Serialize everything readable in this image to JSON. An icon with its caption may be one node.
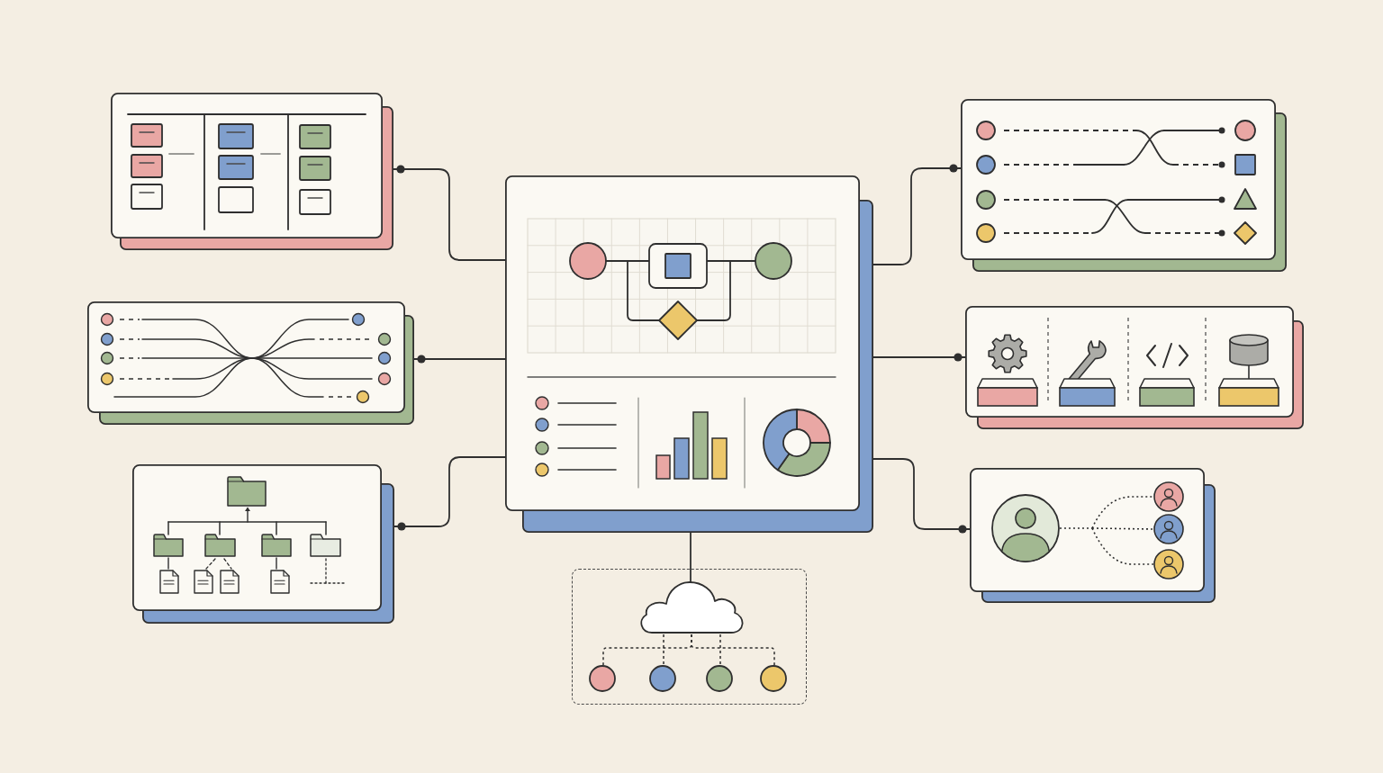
{
  "diagram": {
    "nodes": [
      {
        "text": [],
        "shape": "picture"
      },
      {
        "text": [],
        "shape": "picture"
      },
      {
        "text": [],
        "shape": "picture"
      },
      {
        "text": [],
        "shape": "picture"
      },
      {
        "text": [],
        "shape": "picture"
      },
      {
        "text": [],
        "shape": "picture"
      },
      {
        "text": [],
        "shape": "picture"
      },
      {
        "text": [],
        "shape": "box"
      },
      {
        "text": [],
        "shape": "cloud",
        "in": 7
      },
      {
        "text": [],
        "shape": "circle",
        "in": 7
      },
      {
        "text": [],
        "shape": "circle",
        "in": 7
      },
      {
        "text": [],
        "shape": "circle",
        "in": 7
      },
      {
        "text": [],
        "shape": "circle",
        "in": 7
      }
    ],
    "edges": [
      {
        "from": 2,
        "to": 0,
        "arrow": "other"
      },
      {
        "from": 2,
        "to": 1,
        "arrow": "other"
      },
      {
        "from": 2,
        "to": 3,
        "arrow": "other"
      },
      {
        "from": 2,
        "to": 4,
        "arrow": "other"
      },
      {
        "from": 2,
        "to": 5,
        "arrow": "other"
      },
      {
        "from": 2,
        "to": 6,
        "arrow": "other"
      },
      {
        "from": 2,
        "to": 8,
        "arrow": "none"
      },
      {
        "from": 8,
        "to": 9,
        "arrow": "none",
        "style": "dashed"
      },
      {
        "from": 8,
        "to": 10,
        "arrow": "none",
        "style": "dashed"
      },
      {
        "from": 8,
        "to": 11,
        "arrow": "none",
        "style": "dashed"
      },
      {
        "from": 8,
        "to": 12,
        "arrow": "none",
        "style": "dashed"
      }
    ]
  }
}
